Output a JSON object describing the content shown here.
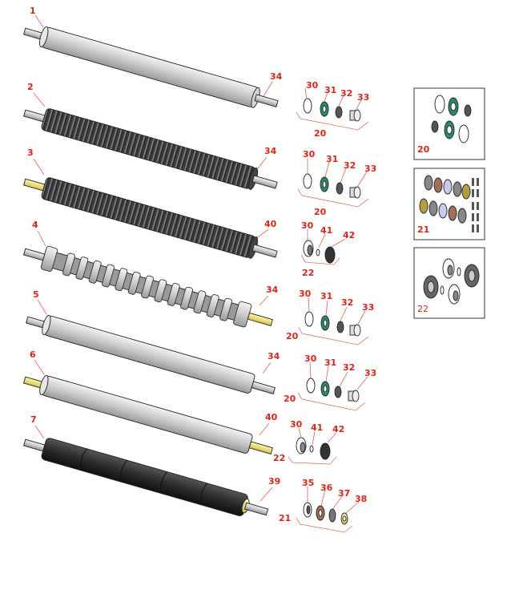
{
  "rollers": [
    {
      "num": "1",
      "end": "34"
    },
    {
      "num": "2",
      "end": "34",
      "kit": "20",
      "parts": [
        "30",
        "31",
        "32",
        "33"
      ]
    },
    {
      "num": "3",
      "end": "34",
      "kit": "20",
      "parts": [
        "30",
        "31",
        "32",
        "33"
      ]
    },
    {
      "num": "4",
      "end": "40",
      "kit": "22",
      "parts": [
        "30",
        "41",
        "42"
      ]
    },
    {
      "num": "5",
      "end": "34",
      "kit": "20",
      "parts": [
        "30",
        "31",
        "32",
        "33"
      ]
    },
    {
      "num": "6",
      "end": "34",
      "kit": "20",
      "parts": [
        "30",
        "31",
        "32",
        "33"
      ]
    },
    {
      "num": "7",
      "end": "40",
      "kit": "22",
      "parts": [
        "30",
        "41",
        "42"
      ]
    },
    {
      "num": "",
      "end": "39",
      "kit": "21",
      "parts": [
        "35",
        "36",
        "37",
        "38"
      ]
    }
  ],
  "kits": [
    {
      "num": "20"
    },
    {
      "num": "21"
    },
    {
      "num": "22"
    }
  ],
  "colors": {
    "callout": "#d9261c",
    "steel": "#cfcfcf",
    "rubber": "#2e2e2e",
    "brass": "#f3e27a",
    "seal": "#2a8a6a",
    "copper": "#a0705a"
  }
}
